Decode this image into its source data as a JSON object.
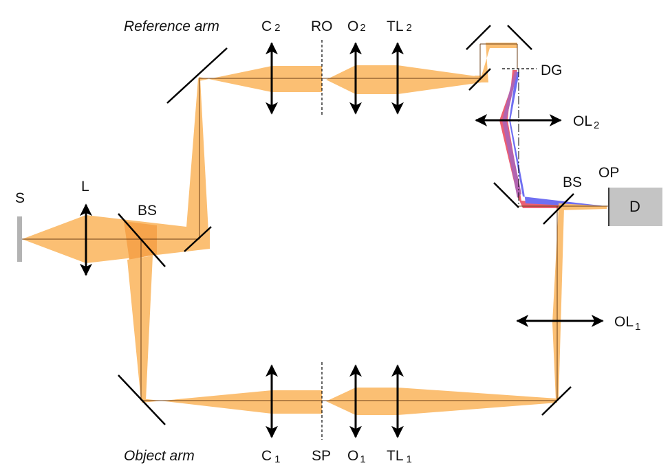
{
  "labels": {
    "reference_arm": "Reference arm",
    "object_arm": "Object arm",
    "source": "S",
    "lens": "L",
    "beam_splitter_1": "BS",
    "beam_splitter_2": "BS",
    "output_plane": "OP",
    "detector": "D",
    "diffraction_grating": "DG",
    "reference_object": "RO",
    "specimen_plane": "SP",
    "condenser_2": {
      "main": "C",
      "sub": "2"
    },
    "objective_2": {
      "main": "O",
      "sub": "2"
    },
    "tube_lens_2": {
      "main": "TL",
      "sub": "2"
    },
    "output_lens_2": {
      "main": "OL",
      "sub": "2"
    },
    "condenser_1": {
      "main": "C",
      "sub": "1"
    },
    "objective_1": {
      "main": "O",
      "sub": "1"
    },
    "tube_lens_1": {
      "main": "TL",
      "sub": "1"
    },
    "output_lens_1": {
      "main": "OL",
      "sub": "1"
    }
  },
  "colors": {
    "beam": "#fbbf73",
    "beam_overlap": "#f6a44c",
    "red_beam": "#ec5f72",
    "blue_beam": "#6f6ff2",
    "optic": "#000000",
    "source": "#b3b3b3",
    "detector": "#c4c4c4"
  }
}
